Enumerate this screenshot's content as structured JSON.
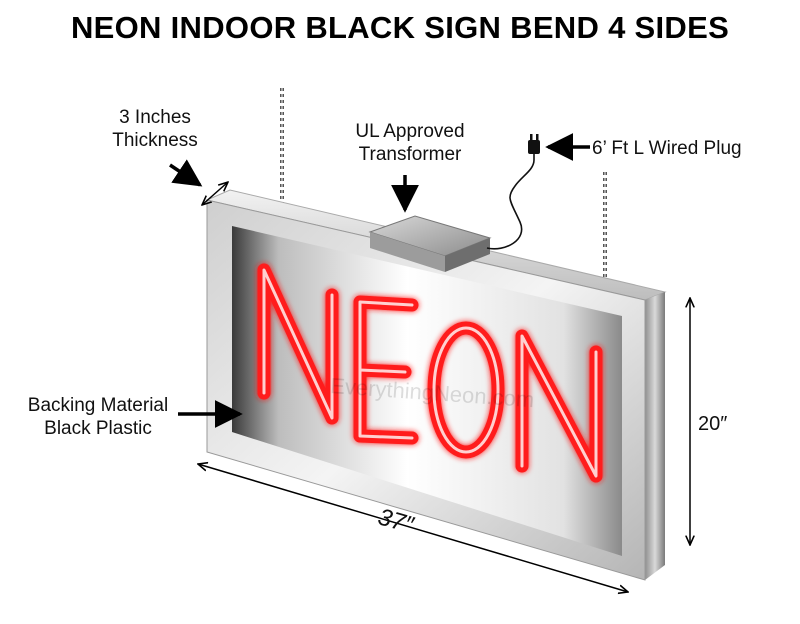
{
  "title": "NEON INDOOR BLACK SIGN BEND 4 SIDES",
  "sign_text": "NEON",
  "watermark": "EverythingNeon.com",
  "labels": {
    "thickness_line1": "3 Inches",
    "thickness_line2": "Thickness",
    "transformer_line1": "UL Approved",
    "transformer_line2": "Transformer",
    "plug": "6’ Ft L Wired Plug",
    "backing_line1": "Backing Material",
    "backing_line2": "Black Plastic",
    "width": "37″",
    "height": "20″"
  },
  "colors": {
    "neon_red": "#ff1a1a",
    "frame_light": "#eeeeee",
    "frame_dark": "#9a9a9a"
  }
}
